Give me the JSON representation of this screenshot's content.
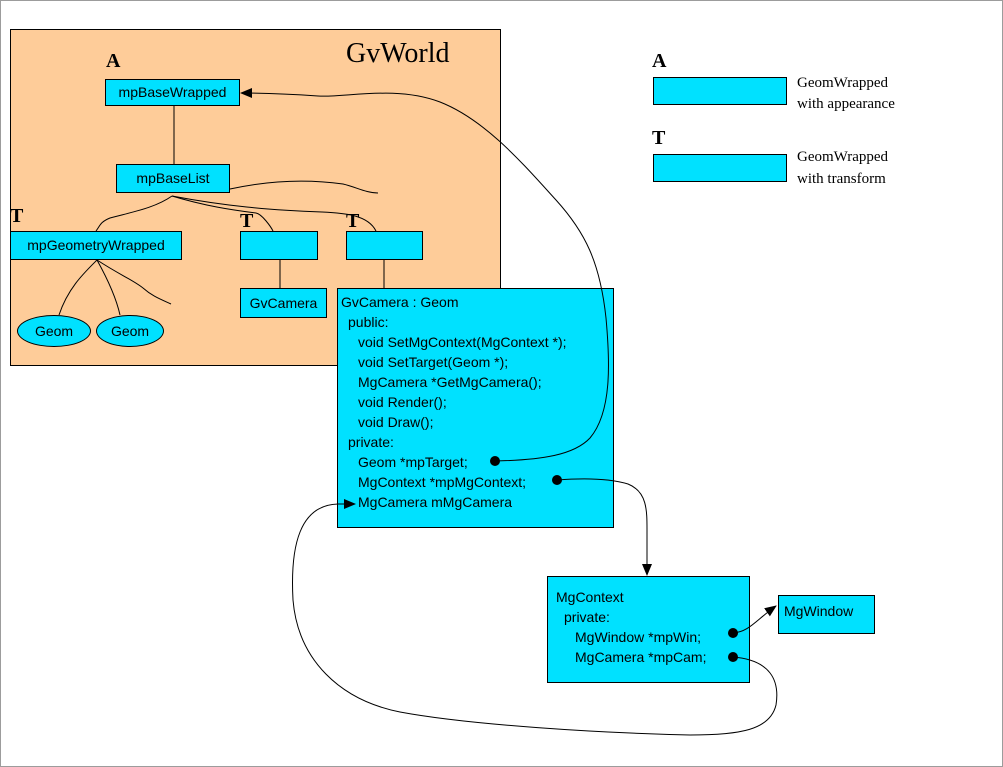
{
  "world": {
    "title": "GvWorld"
  },
  "tags": {
    "appearance": "A",
    "transform": "T"
  },
  "nodes": {
    "base_wrapped": "mpBaseWrapped",
    "base_list": "mpBaseList",
    "geometry_wrapped": "mpGeometryWrapped",
    "gv_camera": "GvCamera",
    "geom1": "Geom",
    "geom2": "Geom"
  },
  "class_gvcamera": {
    "header": "GvCamera : Geom",
    "public_label": "public:",
    "methods": [
      "void SetMgContext(MgContext *);",
      "void SetTarget(Geom *);",
      "MgCamera *GetMgCamera();",
      "void Render();",
      "void Draw();"
    ],
    "private_label": "private:",
    "fields": [
      "Geom *mpTarget;",
      "MgContext *mpMgContext;",
      "MgCamera mMgCamera"
    ]
  },
  "class_mgcontext": {
    "header": "MgContext",
    "private_label": "private:",
    "fields": [
      "MgWindow *mpWin;",
      "MgCamera *mpCam;"
    ]
  },
  "mgwindow": {
    "label": "MgWindow"
  },
  "legend": {
    "appearance": {
      "letter": "A",
      "line1": "GeomWrapped",
      "line2": "with appearance"
    },
    "transform": {
      "letter": "T",
      "line1": "GeomWrapped",
      "line2": "with transform"
    }
  },
  "colors": {
    "box_fill": "#00e1ff",
    "world_fill": "#fecc99",
    "outline": "#000000"
  }
}
